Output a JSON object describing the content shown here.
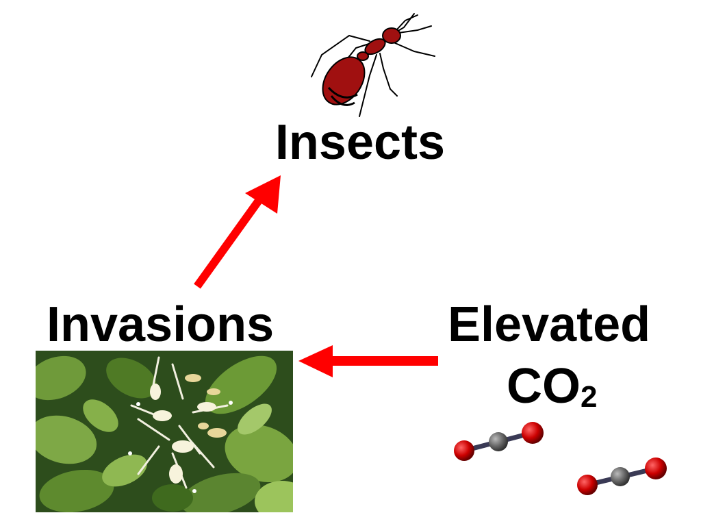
{
  "labels": {
    "insects": "Insects",
    "invasions": "Invasions",
    "elevated": "Elevated",
    "co2_main": "CO",
    "co2_sub": "2"
  },
  "icons": {
    "insect": "ant-icon",
    "plant": "honeysuckle-photo",
    "molecule": "co2-molecule-icon"
  },
  "colors": {
    "arrow": "#ff0000",
    "ant": "#a01010",
    "oxygen": "#cc0000",
    "carbon": "#666666",
    "bond": "#3a3a55",
    "text": "#000000"
  }
}
